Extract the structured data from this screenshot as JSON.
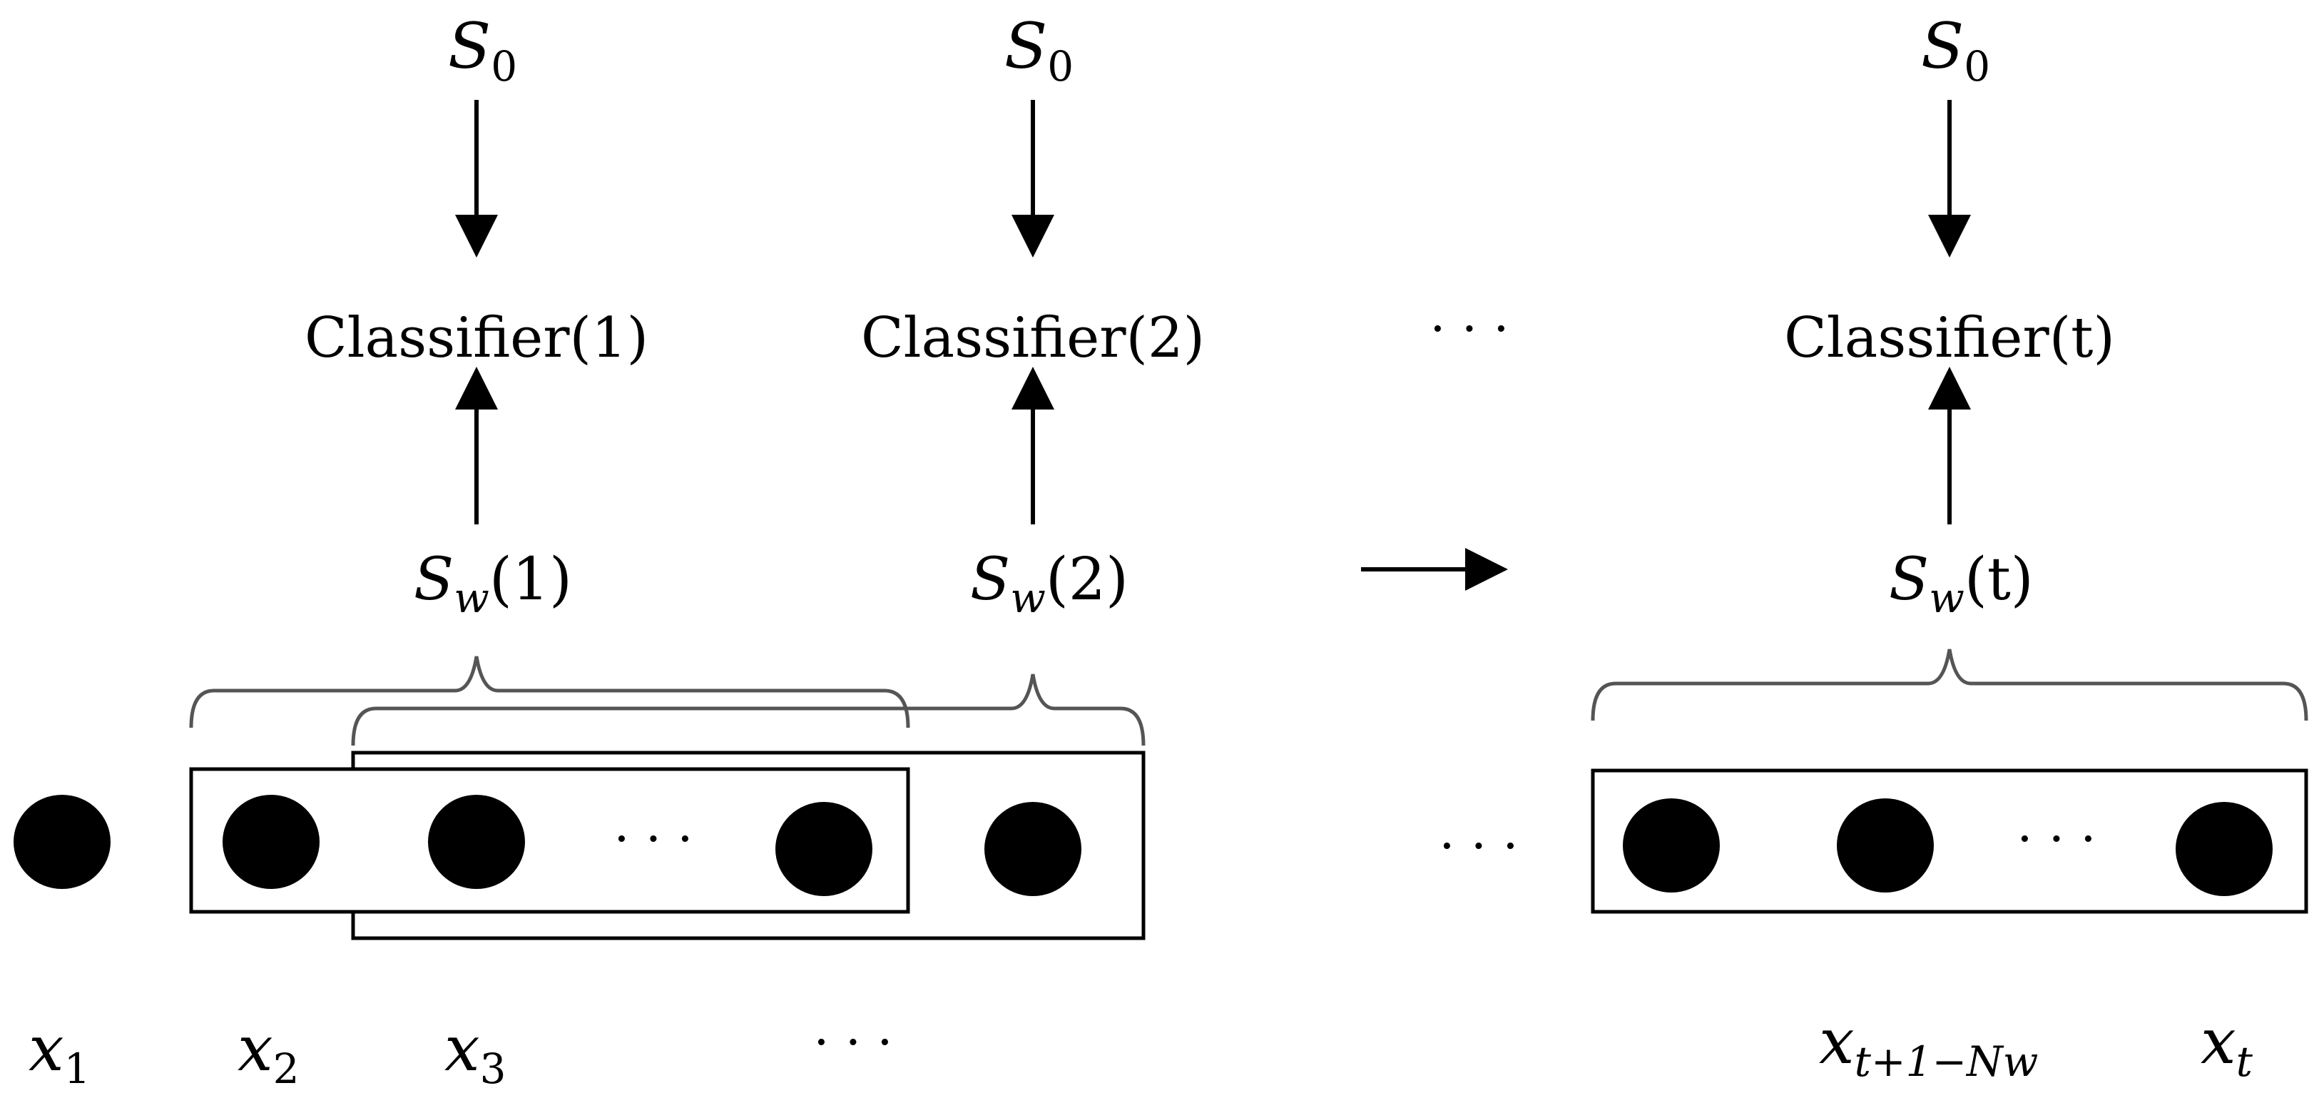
{
  "s0_label": "S",
  "s0_subscript": "0",
  "sw_symbol": "S",
  "sw_subscript": "w",
  "classifiers": [
    {
      "text": "Classifier(1)"
    },
    {
      "text": "Classifier(2)"
    },
    {
      "text": "Classifier(t)"
    }
  ],
  "sw_labels": [
    {
      "arg": "(1)"
    },
    {
      "arg": "(2)"
    },
    {
      "arg": "(t)"
    }
  ],
  "ellipsis": "· · ·",
  "x_labels": [
    {
      "base": "x",
      "sub": "1"
    },
    {
      "base": "x",
      "sub": "2"
    },
    {
      "base": "x",
      "sub": "3"
    },
    {
      "base": "x",
      "sub": "t+1−Nw"
    },
    {
      "base": "x",
      "sub": "t"
    }
  ]
}
